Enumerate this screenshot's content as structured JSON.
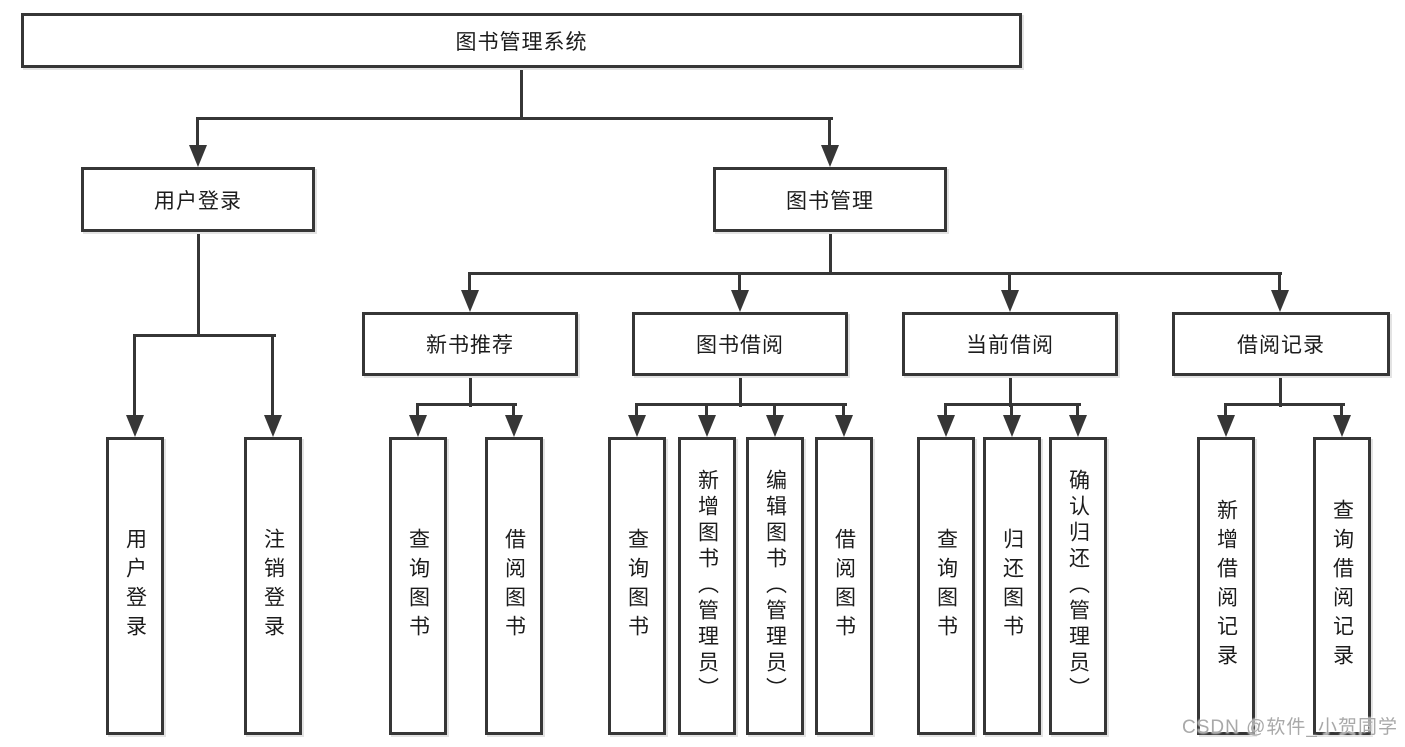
{
  "diagram": {
    "root": {
      "label": "图书管理系统"
    },
    "branches": [
      {
        "label": "用户登录",
        "children": [
          {
            "label": "用户登录"
          },
          {
            "label": "注销登录"
          }
        ]
      },
      {
        "label": "图书管理",
        "groups": [
          {
            "label": "新书推荐",
            "children": [
              {
                "label": "查询图书"
              },
              {
                "label": "借阅图书"
              }
            ]
          },
          {
            "label": "图书借阅",
            "children": [
              {
                "label": "查询图书"
              },
              {
                "label": "新增图书（管理员）"
              },
              {
                "label": "编辑图书（管理员）"
              },
              {
                "label": "借阅图书"
              }
            ]
          },
          {
            "label": "当前借阅",
            "children": [
              {
                "label": "查询图书"
              },
              {
                "label": "归还图书"
              },
              {
                "label": "确认归还（管理员）"
              }
            ]
          },
          {
            "label": "借阅记录",
            "children": [
              {
                "label": "新增借阅记录"
              },
              {
                "label": "查询借阅记录"
              }
            ]
          }
        ]
      }
    ],
    "watermark": "CSDN @软件_小贺同学",
    "colors": {
      "line": "#363636",
      "text": "#1c1c1c",
      "watermark": "#a9a9a9",
      "background": "#ffffff"
    }
  }
}
